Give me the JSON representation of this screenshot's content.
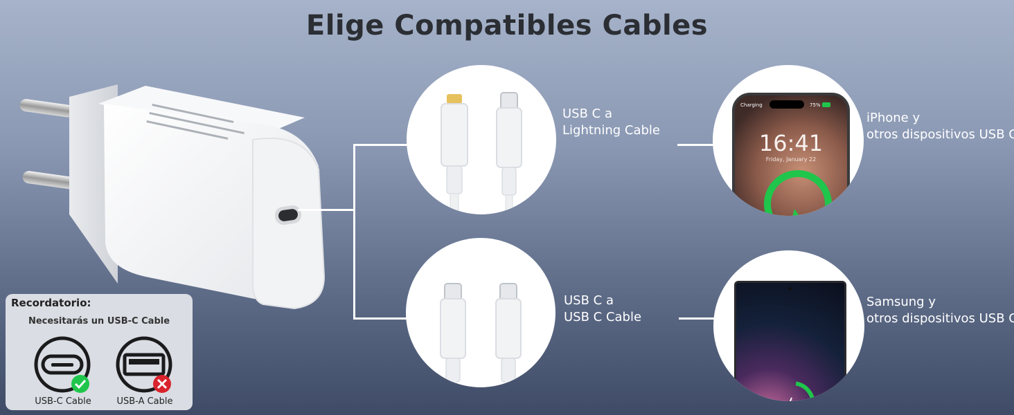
{
  "page": {
    "title": "Elige Compatibles Cables"
  },
  "options": [
    {
      "label_line1": "USB C a",
      "label_line2": "Lightning Cable",
      "device_line1": "iPhone y",
      "device_line2": "otros dispositivos USB C"
    },
    {
      "label_line1": "USB C a",
      "label_line2": "USB C Cable",
      "device_line1": "Samsung y",
      "device_line2": "otros dispositivos USB C"
    }
  ],
  "iphone_screen": {
    "status": "Charging",
    "battery": "75%",
    "time": "16:41",
    "date": "Friday, January 22"
  },
  "reminder": {
    "title": "Recordatorio:",
    "subtitle": "Necesitarás un USB-C Cable",
    "ok_caption": "USB-C Cable",
    "bad_caption": "USB-A Cable"
  },
  "colors": {
    "accent_green": "#1fc64b",
    "error_red": "#d9232d"
  }
}
